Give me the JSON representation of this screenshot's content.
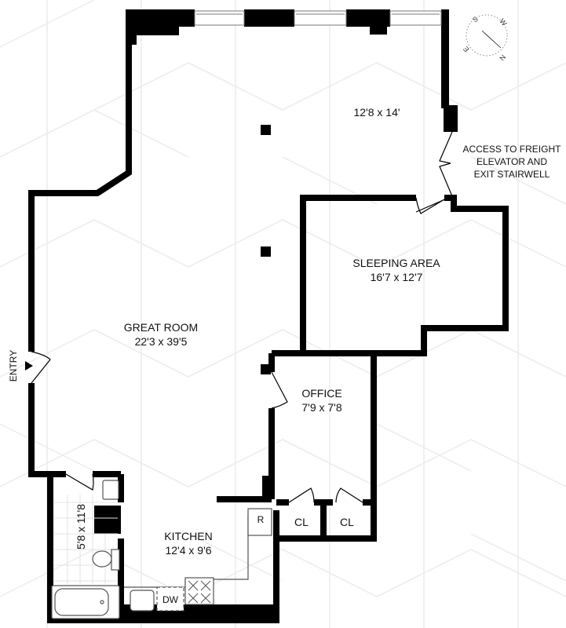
{
  "floorplan": {
    "rooms": [
      {
        "name": "GREAT ROOM",
        "dimensions": "22'3 x 39'5"
      },
      {
        "name": "",
        "dimensions": "12'8 x 14'"
      },
      {
        "name": "SLEEPING AREA",
        "dimensions": "16'7 x 12'7"
      },
      {
        "name": "OFFICE",
        "dimensions": "7'9 x 7'8"
      },
      {
        "name": "KITCHEN",
        "dimensions": "12'4 x 9'6"
      },
      {
        "name": "",
        "dimensions": "5'8 x 11'8"
      }
    ],
    "closets": [
      "CL",
      "CL"
    ],
    "appliances": {
      "refrigerator": "R",
      "dishwasher": "DW"
    },
    "entry_label": "ENTRY",
    "access_note": [
      "ACCESS TO FREIGHT",
      "ELEVATOR AND",
      "EXIT STAIRWELL"
    ],
    "compass": {
      "labels": [
        "S",
        "W",
        "N",
        "E"
      ],
      "icon": "compass-icon"
    },
    "colors": {
      "wall": "#000000",
      "pattern": "#ececec",
      "fixture": "#555555",
      "background": "#ffffff"
    }
  }
}
